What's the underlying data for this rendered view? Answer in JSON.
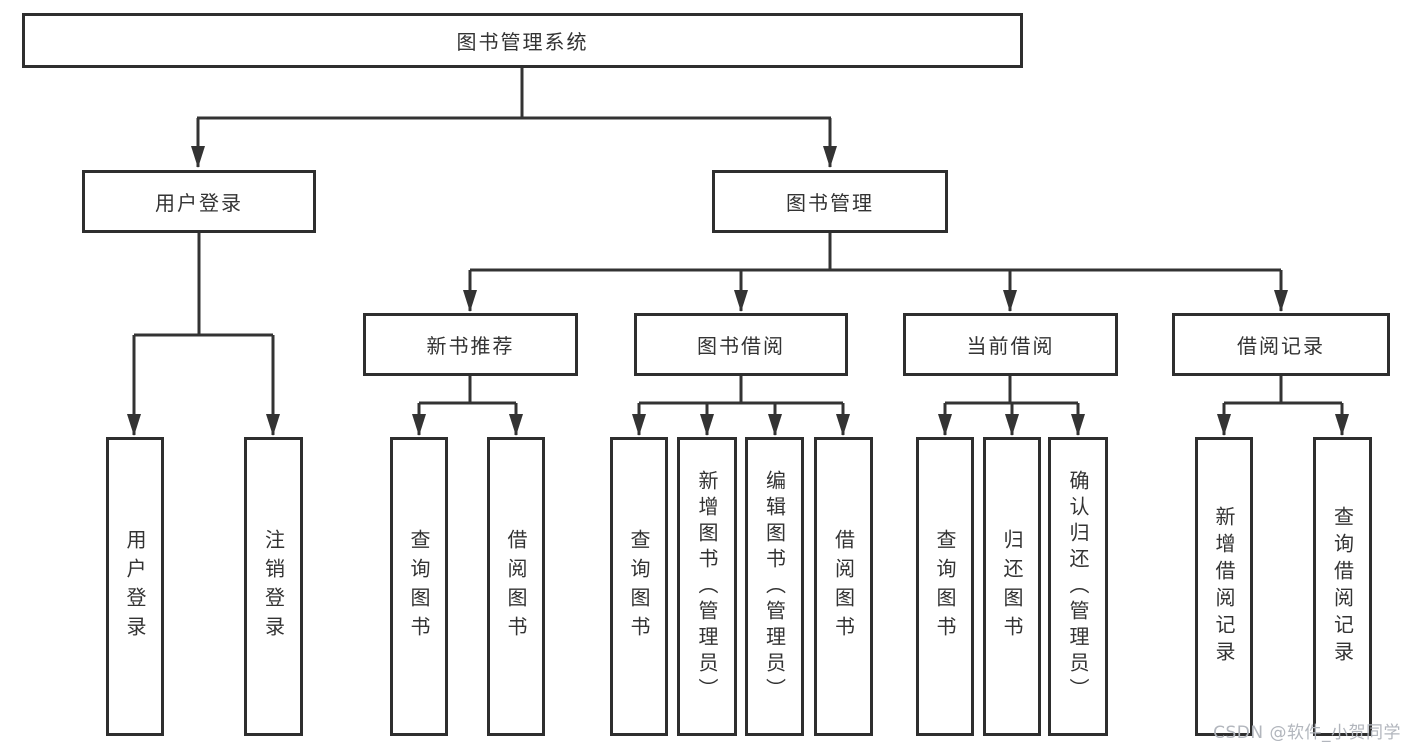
{
  "diagram": {
    "root": {
      "label": "图书管理系统"
    },
    "level2": [
      {
        "label": "用户登录"
      },
      {
        "label": "图书管理"
      }
    ],
    "level3": [
      {
        "label": "新书推荐"
      },
      {
        "label": "图书借阅"
      },
      {
        "label": "当前借阅"
      },
      {
        "label": "借阅记录"
      }
    ],
    "leaves": [
      {
        "label": "用户登录"
      },
      {
        "label": "注销登录"
      },
      {
        "label": "查询图书"
      },
      {
        "label": "借阅图书"
      },
      {
        "label": "查询图书"
      },
      {
        "label": "新增图书（管理员）"
      },
      {
        "label": "编辑图书（管理员）"
      },
      {
        "label": "借阅图书"
      },
      {
        "label": "查询图书"
      },
      {
        "label": "归还图书"
      },
      {
        "label": "确认归还（管理员）"
      },
      {
        "label": "新增借阅记录"
      },
      {
        "label": "查询借阅记录"
      }
    ]
  },
  "watermark": "CSDN @软件_小贺同学",
  "colors": {
    "box_border": "#2e2e2e",
    "line": "#333333",
    "text": "#333333",
    "watermark": "#b2b6bd",
    "background": "#ffffff"
  }
}
